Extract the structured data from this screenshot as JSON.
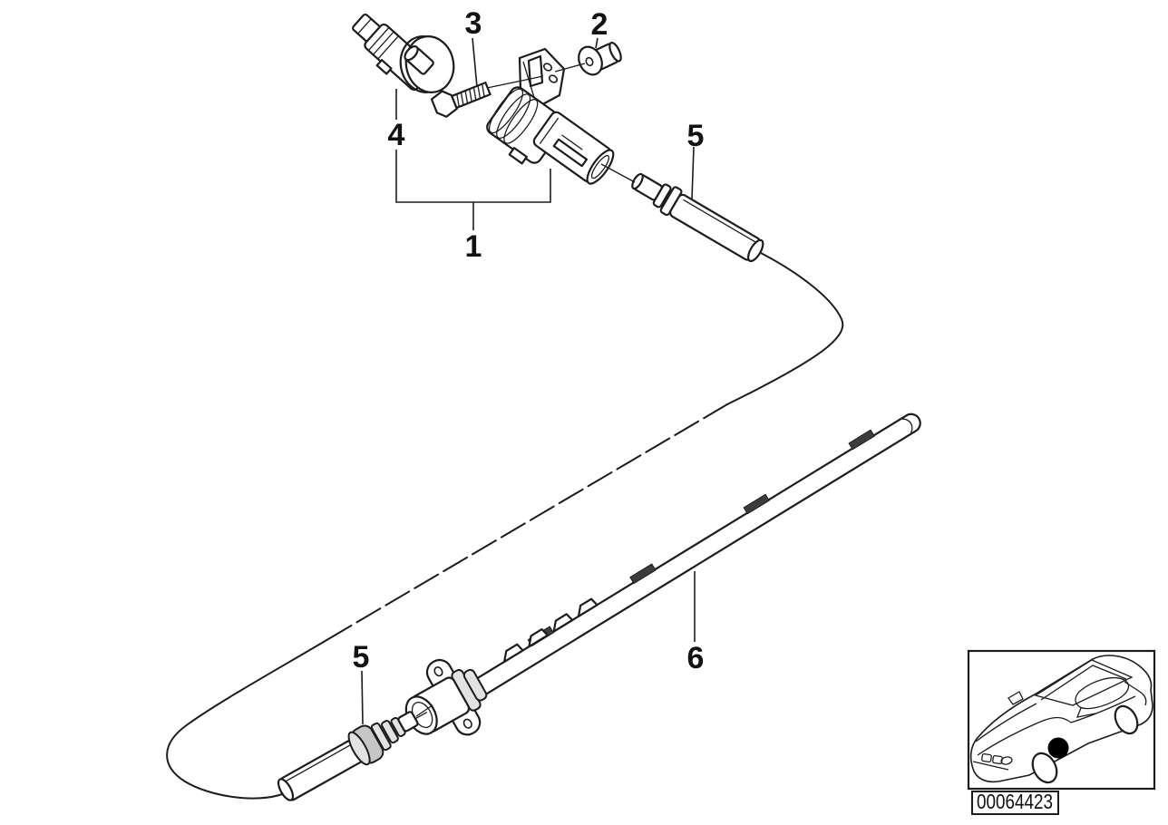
{
  "colors": {
    "line": "#1c1c1c",
    "background": "#ffffff",
    "sleeve_shade": "#c6c6c6",
    "clip_dark": "#3c3c3c",
    "location_dot": "#000000"
  },
  "callouts": {
    "one": "1",
    "two": "2",
    "three": "3",
    "four": "4",
    "five_top": "5",
    "five_bottom": "5",
    "six": "6"
  },
  "inset": {
    "diagram_number": "00064423"
  },
  "icons": {
    "car": "car-location-icon"
  }
}
